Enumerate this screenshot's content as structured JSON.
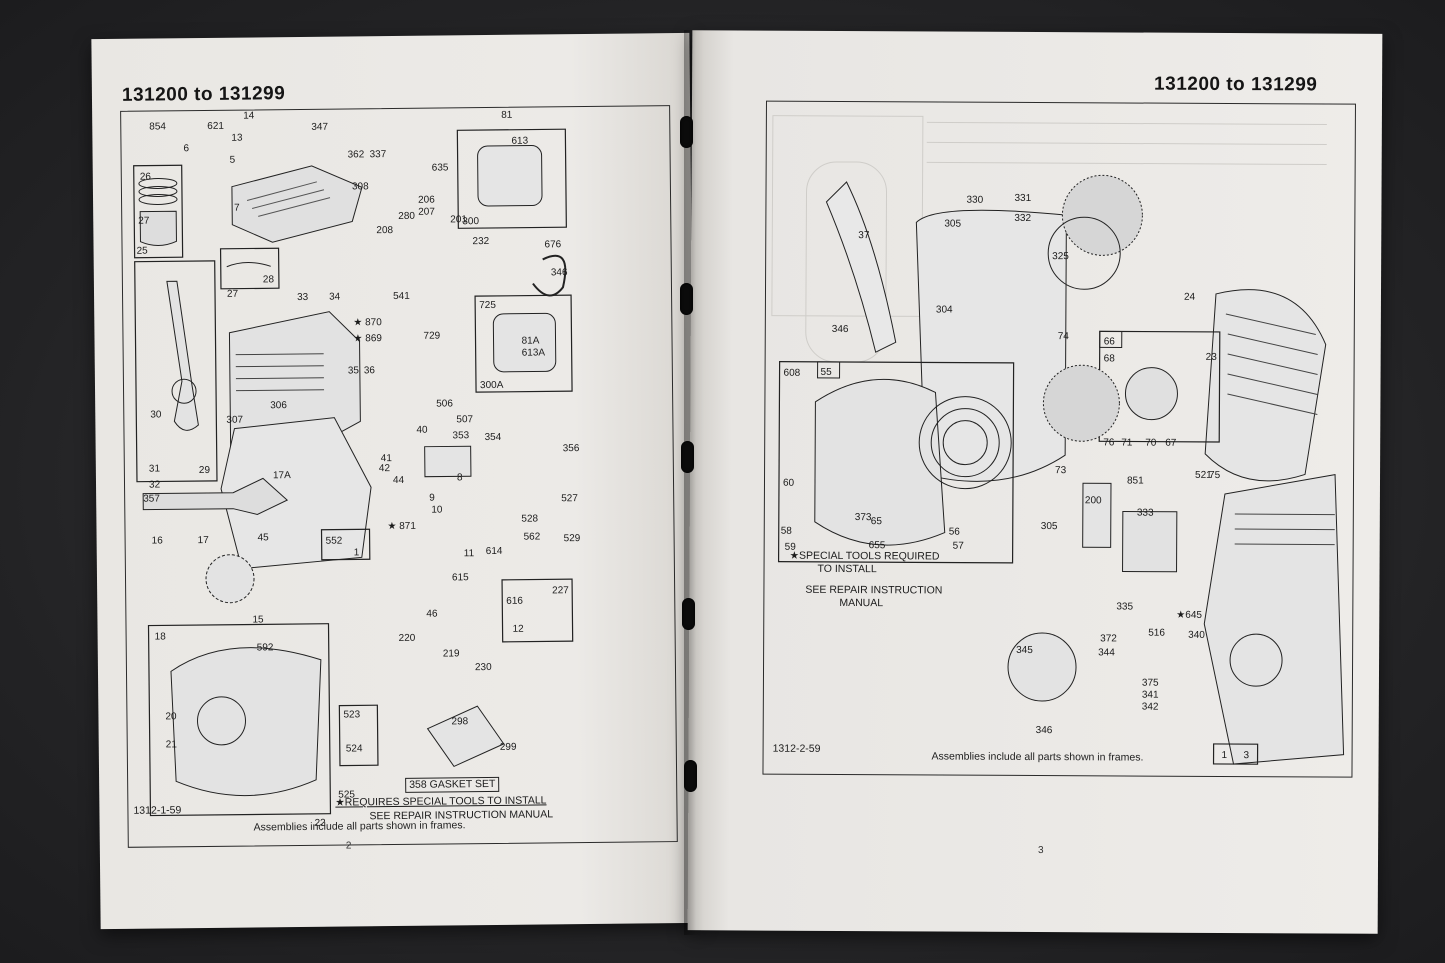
{
  "left_page": {
    "title": "131200 to 131299",
    "code": "1312-1-59",
    "caption": "Assemblies include all parts shown in frames.",
    "page_number": "2",
    "gasket_set": "358 GASKET SET",
    "note_tools": "★REQUIRES SPECIAL TOOLS TO INSTALL",
    "note_manual": "SEE REPAIR INSTRUCTION MANUAL",
    "frame_labels": [
      "25",
      "28",
      "29",
      "300",
      "725",
      "300A",
      "552",
      "1",
      "227",
      "18",
      "523"
    ],
    "starred": [
      "870",
      "869",
      "871"
    ],
    "part_numbers": [
      "854",
      "621",
      "14",
      "13",
      "6",
      "5",
      "347",
      "81",
      "613",
      "362",
      "337",
      "635",
      "26",
      "308",
      "206",
      "207",
      "7",
      "27",
      "280",
      "201",
      "676",
      "208",
      "232",
      "346",
      "33",
      "34",
      "541",
      "27",
      "729",
      "81A",
      "613A",
      "36",
      "35",
      "30",
      "306",
      "307",
      "506",
      "507",
      "40",
      "353",
      "354",
      "356",
      "41",
      "31",
      "32",
      "42",
      "44",
      "8",
      "9",
      "10",
      "17A",
      "357",
      "527",
      "528",
      "529",
      "16",
      "17",
      "45",
      "11",
      "614",
      "562",
      "615",
      "616",
      "46",
      "15",
      "592",
      "12",
      "220",
      "219",
      "230",
      "20",
      "21",
      "298",
      "299",
      "524",
      "525",
      "22"
    ]
  },
  "right_page": {
    "title": "131200 to 131299",
    "code": "1312-2-59",
    "caption": "Assemblies include all parts shown in frames.",
    "page_number": "3",
    "note_tools_1": "★SPECIAL TOOLS REQUIRED",
    "note_tools_2": "TO INSTALL",
    "note_manual_1": "SEE REPAIR INSTRUCTION",
    "note_manual_2": "MANUAL",
    "frame_labels": [
      "608",
      "55",
      "66",
      "1",
      "3"
    ],
    "starred": [
      "645"
    ],
    "part_numbers": [
      "330",
      "331",
      "305",
      "332",
      "37",
      "325",
      "304",
      "24",
      "346",
      "74",
      "68",
      "23",
      "73",
      "76",
      "71",
      "70",
      "67",
      "75",
      "60",
      "851",
      "521",
      "333",
      "373",
      "65",
      "58",
      "56",
      "59",
      "655",
      "57",
      "305",
      "200",
      "335",
      "345",
      "372",
      "516",
      "340",
      "344",
      "375",
      "341",
      "342",
      "346"
    ]
  }
}
